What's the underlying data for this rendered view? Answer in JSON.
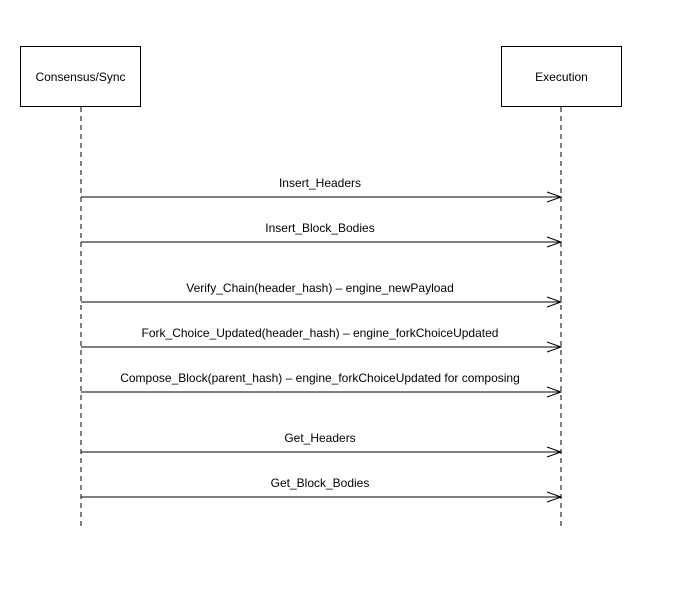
{
  "participants": {
    "left": "Consensus/Sync",
    "right": "Execution"
  },
  "messages": [
    {
      "label": "Insert_Headers",
      "from": "Consensus/Sync",
      "to": "Execution"
    },
    {
      "label": "Insert_Block_Bodies",
      "from": "Consensus/Sync",
      "to": "Execution"
    },
    {
      "label": "Verify_Chain(header_hash) – engine_newPayload",
      "from": "Consensus/Sync",
      "to": "Execution"
    },
    {
      "label": "Fork_Choice_Updated(header_hash) – engine_forkChoiceUpdated",
      "from": "Consensus/Sync",
      "to": "Execution"
    },
    {
      "label": "Compose_Block(parent_hash) – engine_forkChoiceUpdated for composing",
      "from": "Consensus/Sync",
      "to": "Execution"
    },
    {
      "label": "Get_Headers",
      "from": "Consensus/Sync",
      "to": "Execution"
    },
    {
      "label": "Get_Block_Bodies",
      "from": "Consensus/Sync",
      "to": "Execution"
    }
  ]
}
